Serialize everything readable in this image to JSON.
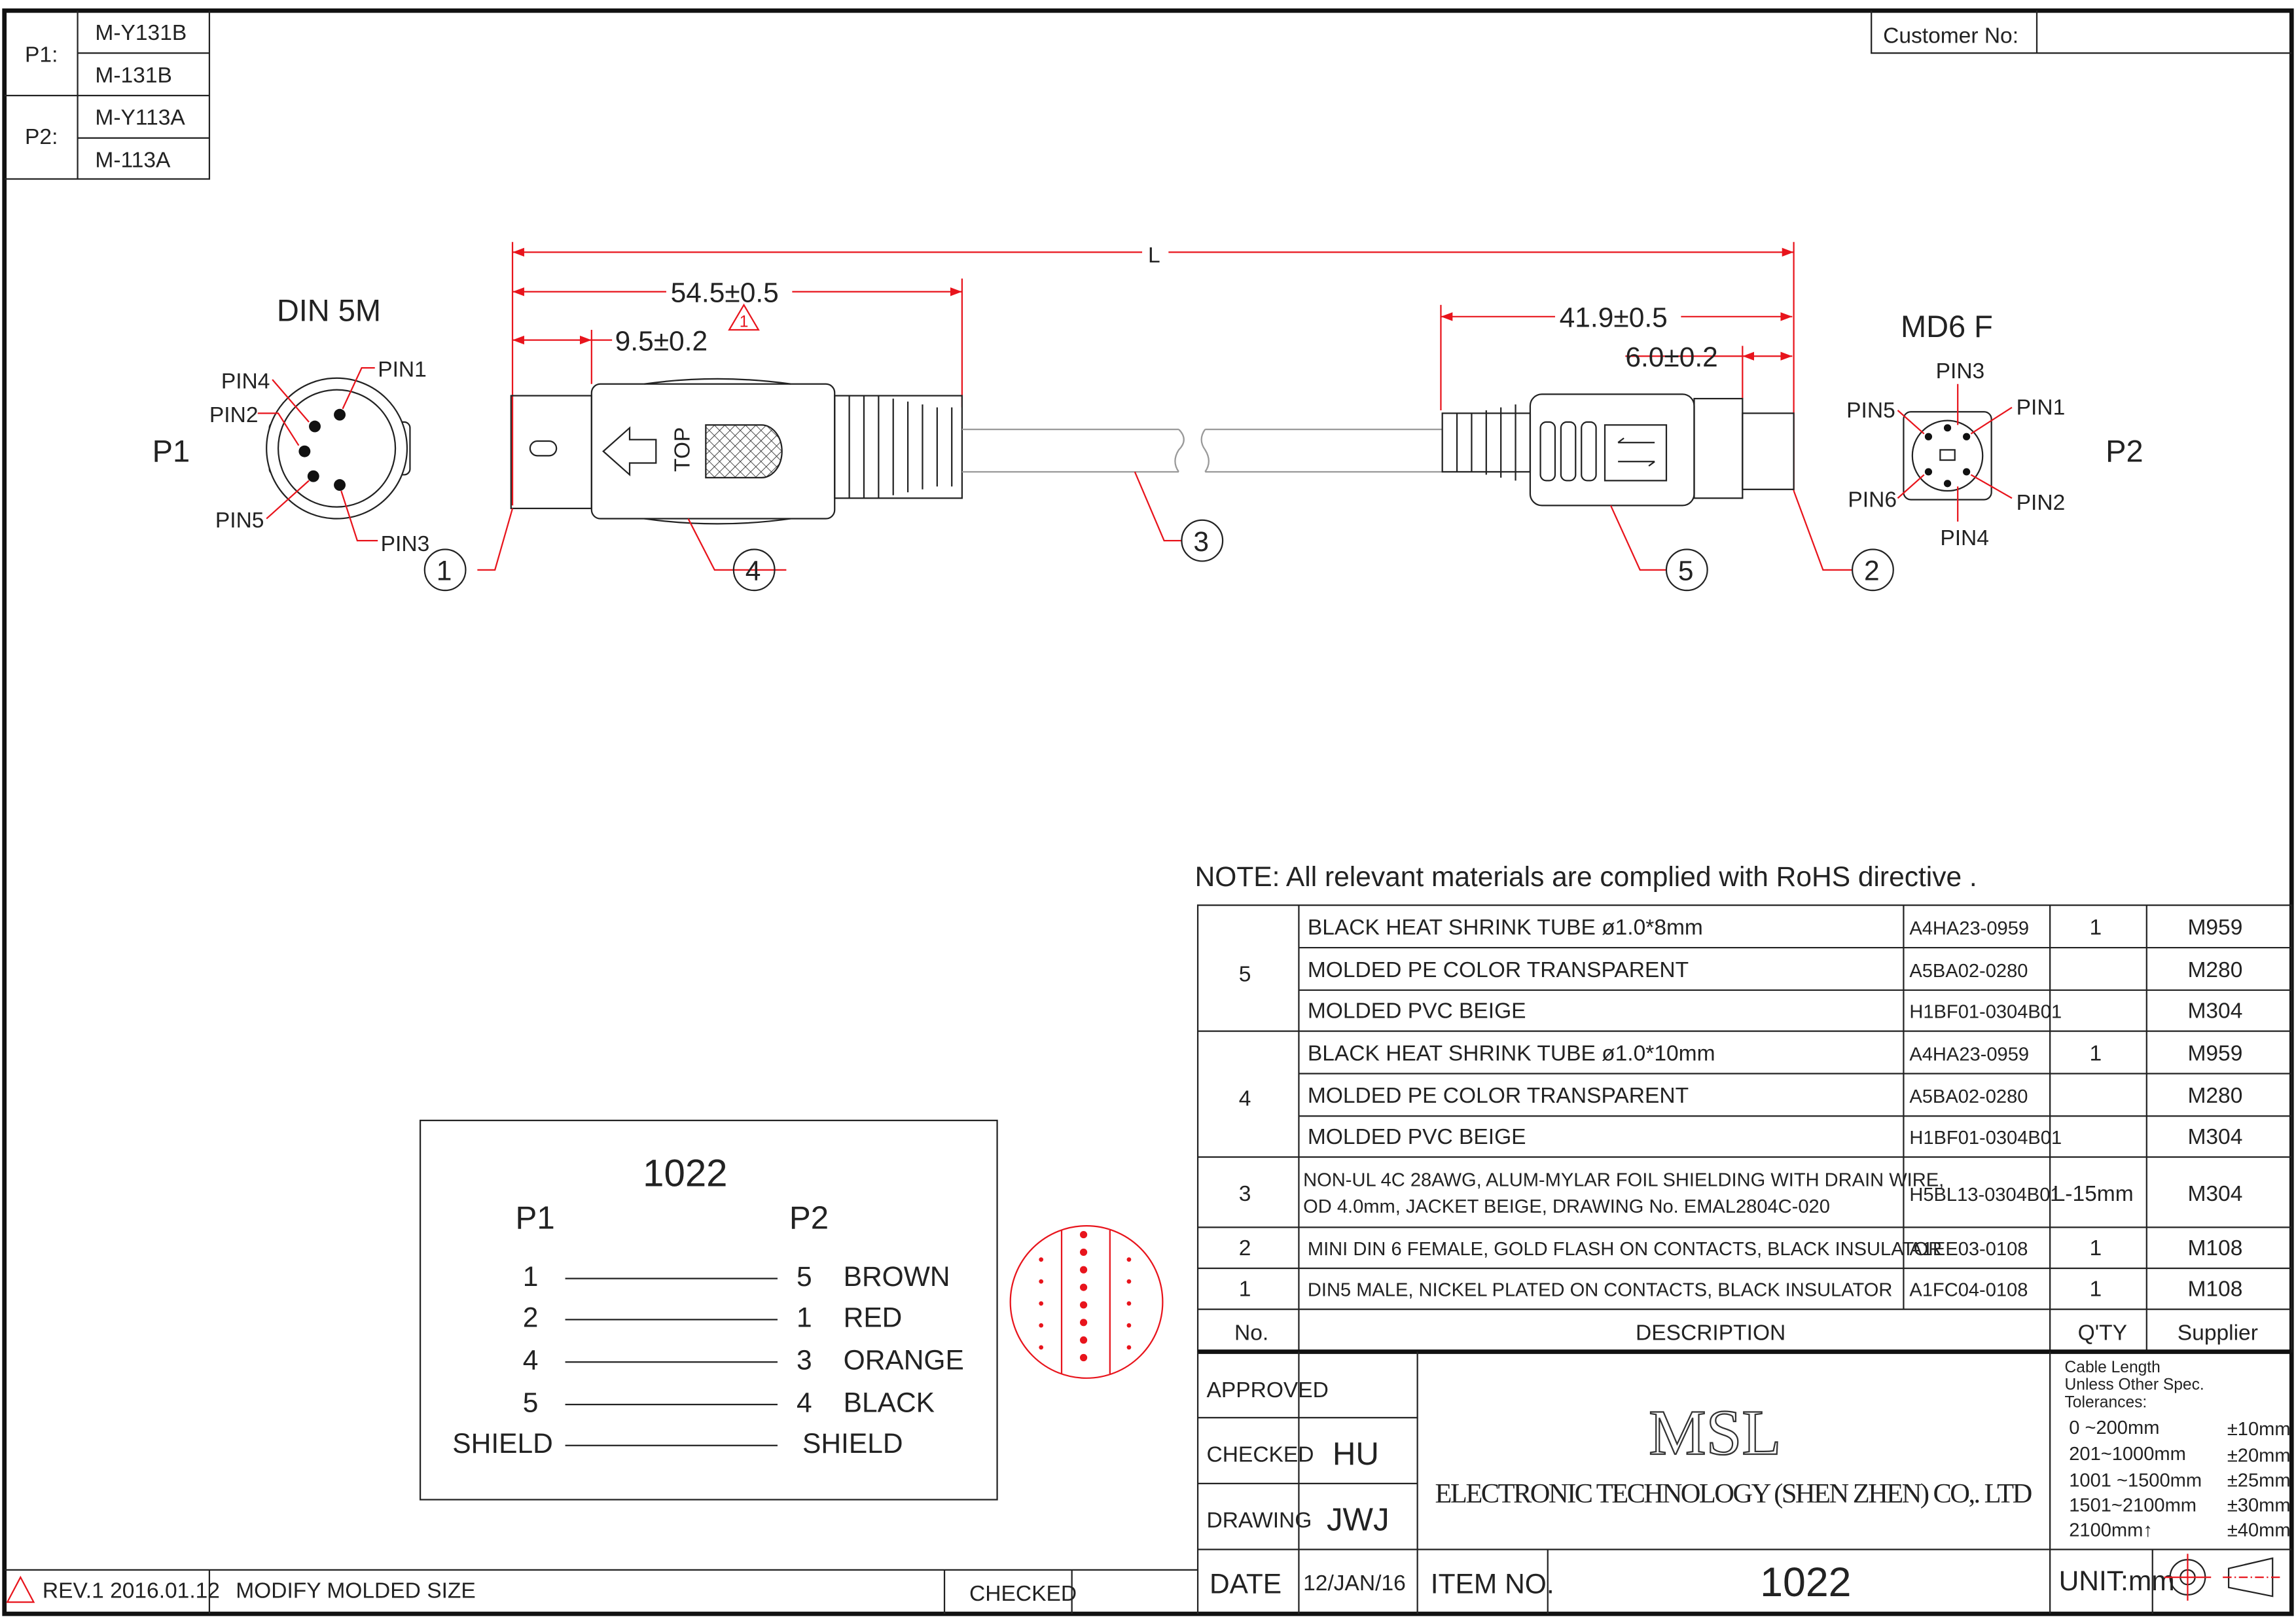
{
  "parts_table": [
    {
      "label": "P1:",
      "codes": [
        "M-Y131B",
        "M-131B"
      ]
    },
    {
      "label": "P2:",
      "codes": [
        "M-Y113A",
        "M-113A"
      ]
    }
  ],
  "customer_no_label": "Customer No:",
  "drawing": {
    "p1_title": "DIN 5M",
    "p1_label": "P1",
    "p2_title": "MD6 F",
    "p2_label": "P2",
    "p1_pins": [
      "PIN1",
      "PIN2",
      "PIN3",
      "PIN4",
      "PIN5"
    ],
    "p2_pins": [
      "PIN1",
      "PIN2",
      "PIN3",
      "PIN4",
      "PIN5",
      "PIN6"
    ],
    "dim_L": "L",
    "dim_54": "54.5±0.5",
    "dim_9": "9.5±0.2",
    "dim_41": "41.9±0.5",
    "dim_6": "6.0±0.2",
    "rev_marker": "1",
    "top_label": "TOP",
    "balloons": [
      "1",
      "2",
      "3",
      "4",
      "5"
    ]
  },
  "note": "NOTE: All relevant materials are complied with RoHS directive .",
  "bom": {
    "rows": [
      {
        "no": "5",
        "items": [
          {
            "desc": "BLACK HEAT SHRINK TUBE ø1.0*8mm",
            "part": "A4HA23-0959",
            "qty": "1",
            "supplier": "M959"
          },
          {
            "desc": "MOLDED PE COLOR TRANSPARENT",
            "part": "A5BA02-0280",
            "qty": "",
            "supplier": "M280"
          },
          {
            "desc": "MOLDED PVC BEIGE",
            "part": "H1BF01-0304B01",
            "qty": "",
            "supplier": "M304"
          }
        ]
      },
      {
        "no": "4",
        "items": [
          {
            "desc": "BLACK HEAT SHRINK TUBE ø1.0*10mm",
            "part": "A4HA23-0959",
            "qty": "1",
            "supplier": "M959"
          },
          {
            "desc": "MOLDED PE COLOR TRANSPARENT",
            "part": "A5BA02-0280",
            "qty": "",
            "supplier": "M280"
          },
          {
            "desc": "MOLDED PVC BEIGE",
            "part": "H1BF01-0304B01",
            "qty": "",
            "supplier": "M304"
          }
        ]
      },
      {
        "no": "3",
        "items": [
          {
            "desc": "NON-UL 4C 28AWG, ALUM-MYLAR FOIL SHIELDING WITH DRAIN WIRE,",
            "desc2": "OD 4.0mm, JACKET BEIGE, DRAWING No. EMAL2804C-020",
            "part": "H5BL13-0304B01",
            "qty": "L-15mm",
            "supplier": "M304"
          }
        ]
      },
      {
        "no": "2",
        "items": [
          {
            "desc": "MINI DIN 6 FEMALE, GOLD FLASH ON CONTACTS, BLACK INSULATOR",
            "part": "A1EE03-0108",
            "qty": "1",
            "supplier": "M108"
          }
        ]
      },
      {
        "no": "1",
        "items": [
          {
            "desc": "DIN5 MALE, NICKEL PLATED ON CONTACTS, BLACK INSULATOR",
            "part": "A1FC04-0108",
            "qty": "1",
            "supplier": "M108"
          }
        ]
      }
    ],
    "header": {
      "no": "No.",
      "desc": "DESCRIPTION",
      "qty": "Q'TY",
      "supplier": "Supplier"
    }
  },
  "wiring": {
    "title": "1022",
    "left": "P1",
    "right": "P2",
    "rows": [
      {
        "p1": "1",
        "p2": "5",
        "color": "BROWN"
      },
      {
        "p1": "2",
        "p2": "1",
        "color": "RED"
      },
      {
        "p1": "4",
        "p2": "3",
        "color": "ORANGE"
      },
      {
        "p1": "5",
        "p2": "4",
        "color": "BLACK"
      },
      {
        "p1": "SHIELD",
        "p2": "SHIELD",
        "color": ""
      }
    ]
  },
  "title_block": {
    "approved": "APPROVED",
    "approved_by": "",
    "checked": "CHECKED",
    "checked_by": "HU",
    "drawing": "DRAWING",
    "drawn_by": "JWJ",
    "date_label": "DATE",
    "date": "12/JAN/16",
    "item_label": "ITEM NO.",
    "item_no": "1022",
    "company_logo": "MSL",
    "company": "ELECTRONIC TECHNOLOGY (SHEN ZHEN) CO,. LTD",
    "unit": "UNIT:mm",
    "tolerance_title": [
      "Cable Length",
      "Unless Other Spec.",
      "Tolerances:"
    ],
    "tolerances": [
      {
        "range": "0 ~200mm",
        "tol": "±10mm"
      },
      {
        "range": "201~1000mm",
        "tol": "±20mm"
      },
      {
        "range": "1001 ~1500mm",
        "tol": "±25mm"
      },
      {
        "range": "1501~2100mm",
        "tol": "±30mm"
      },
      {
        "range": "2100mm↑",
        "tol": "±40mm"
      }
    ]
  },
  "revision": {
    "rev": "REV.1 2016.01.12",
    "desc": "MODIFY MOLDED SIZE",
    "checked": "CHECKED",
    "checked_by": ""
  },
  "colors": {
    "dimension": "#e8141c",
    "line": "#222222"
  }
}
